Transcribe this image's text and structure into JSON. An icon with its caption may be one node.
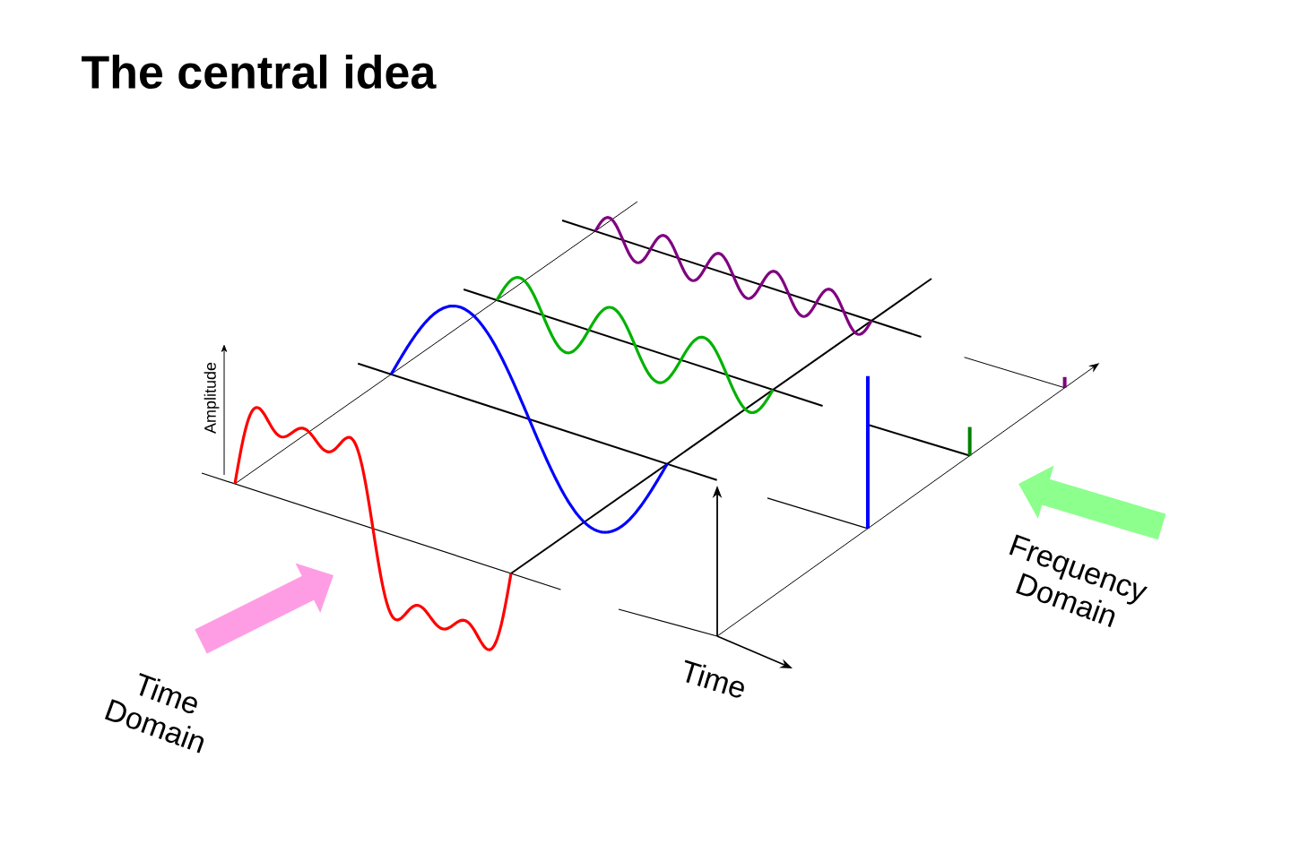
{
  "diagram": {
    "title": "The central idea",
    "labels": [
      "Amplitude",
      "Time",
      "Time Domain",
      "Frequency Domain"
    ]
  }
}
